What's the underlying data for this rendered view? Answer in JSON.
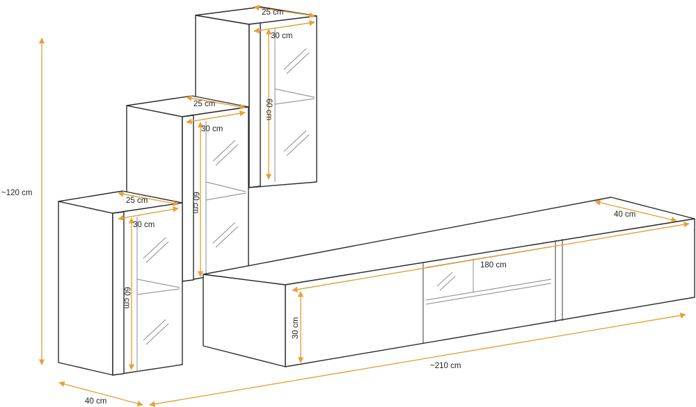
{
  "labels": {
    "total_height": "~120 cm",
    "total_depth": "40 cm",
    "total_width": "~210 cm",
    "cab1_depth": "25 cm",
    "cab1_width": "30 cm",
    "cab1_height": "60 cm",
    "cab2_depth": "25 cm",
    "cab2_width": "30 cm",
    "cab2_height": "60 cm",
    "cab3_depth": "25 cm",
    "cab3_width": "30 cm",
    "cab3_height": "60 cm",
    "tv_depth": "40 cm",
    "tv_width": "180 cm",
    "tv_height": "30 cm"
  },
  "colors": {
    "dimension": "#e5a13a",
    "outline": "#2b2b2b"
  }
}
